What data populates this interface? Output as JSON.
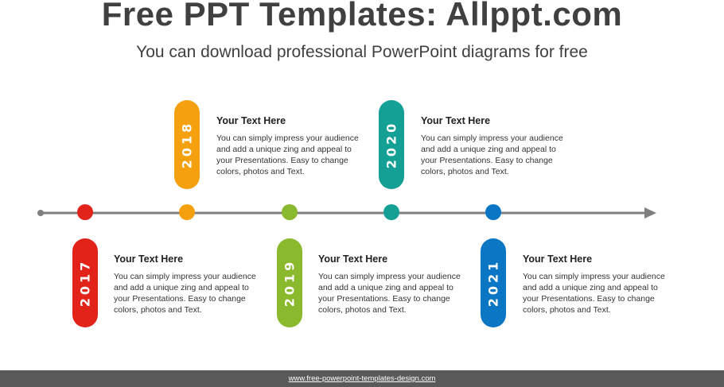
{
  "header": {
    "title": "Free PPT Templates: Allppt.com",
    "subtitle": "You can download professional PowerPoint diagrams for free"
  },
  "colors": {
    "text": "#404040",
    "line": "#7f7f7f",
    "footer": "#595959"
  },
  "timeline": [
    {
      "year": "2017",
      "color": "#e2231a",
      "heading": "Your Text  Here",
      "body": "You can simply impress your audience\nand add a unique zing and appeal to\nyour Presentations. Easy to change\ncolors, photos and Text."
    },
    {
      "year": "2018",
      "color": "#f5a00f",
      "heading": "Your Text  Here",
      "body": "You can simply impress your audience\nand add a unique zing and appeal to\nyour Presentations. Easy to change\ncolors, photos and Text."
    },
    {
      "year": "2019",
      "color": "#8ab92d",
      "heading": "Your Text  Here",
      "body": "You can simply impress your audience\nand add a unique zing and appeal to\nyour Presentations. Easy to change\ncolors, photos and Text."
    },
    {
      "year": "2020",
      "color": "#15a095",
      "heading": "Your Text  Here",
      "body": "You can simply impress your audience\nand add a unique zing and appeal to\nyour Presentations. Easy to change\ncolors, photos and Text."
    },
    {
      "year": "2021",
      "color": "#0b76c4",
      "heading": "Your Text  Here",
      "body": "You can simply impress your audience\nand add a unique zing and appeal to\nyour Presentations. Easy to change\ncolors, photos and Text."
    }
  ],
  "footer": {
    "link": "www.free-powerpoint-templates-design.com"
  }
}
